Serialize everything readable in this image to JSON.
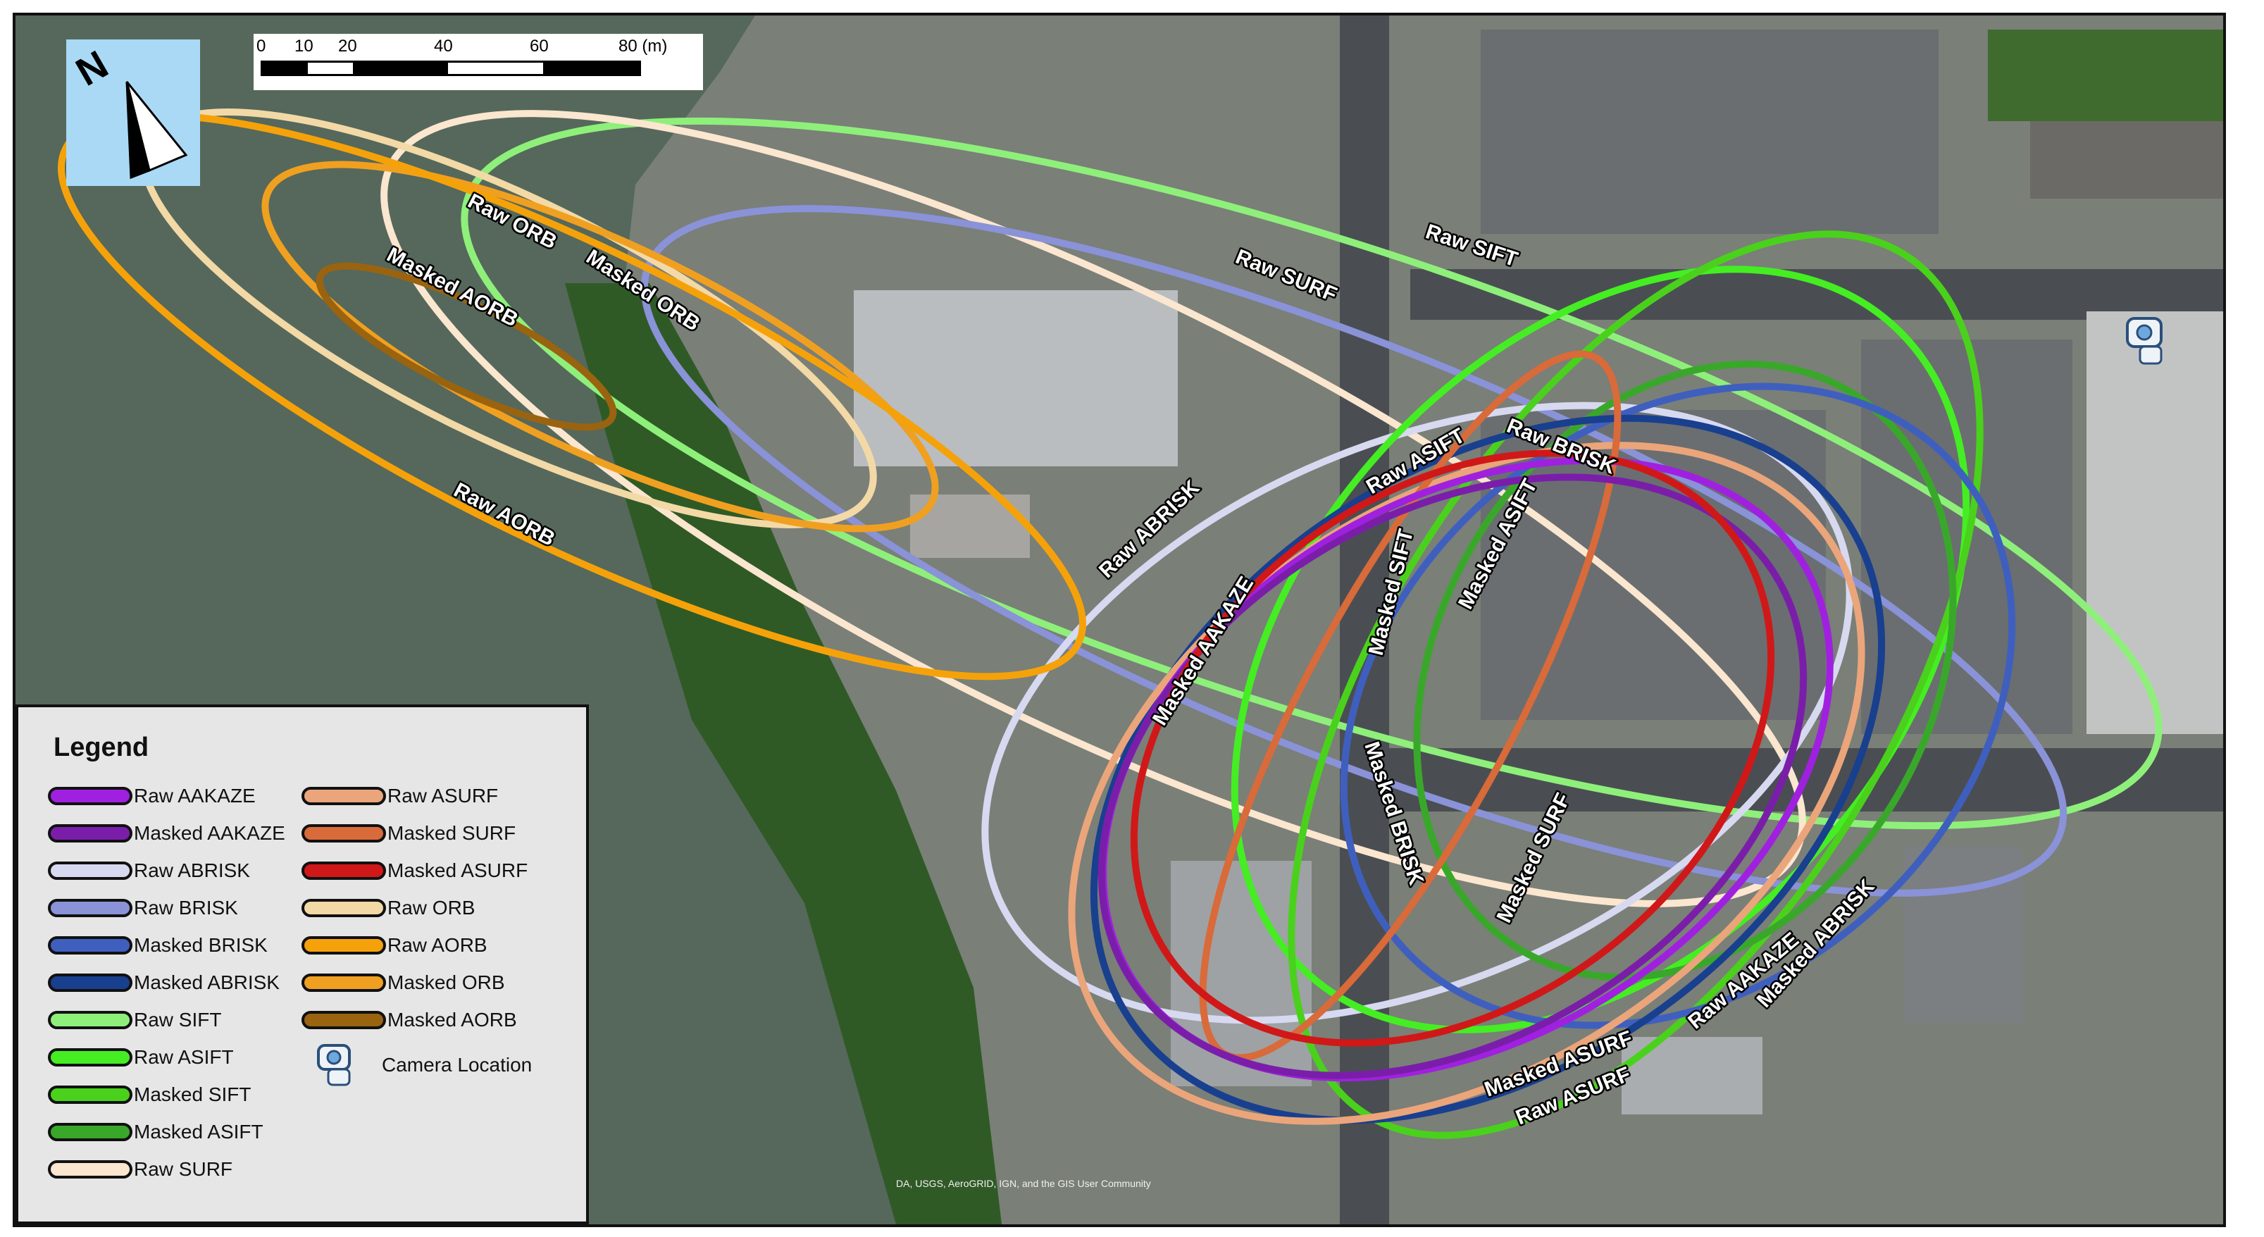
{
  "scale_bar": {
    "ticks": [
      "0",
      "10",
      "20",
      "40",
      "60",
      "80 (m)"
    ]
  },
  "north_arrow": {
    "letter": "N",
    "icon": "north-arrow-icon"
  },
  "ellipse_labels": [
    {
      "text": "Raw ORB",
      "color": "#f3d9a6"
    },
    {
      "text": "Masked ORB",
      "color": "#f0a020"
    },
    {
      "text": "Masked AORB",
      "color": "#9a6310"
    },
    {
      "text": "Raw AORB",
      "color": "#f5a20a"
    },
    {
      "text": "Raw SIFT",
      "color": "#8ef07a"
    },
    {
      "text": "Raw SURF",
      "color": "#fbe6cf"
    },
    {
      "text": "Raw ABRISK",
      "color": "#d7d9f0"
    },
    {
      "text": "Raw ASIFT",
      "color": "#44ee22"
    },
    {
      "text": "Raw BRISK",
      "color": "#8a92d8"
    },
    {
      "text": "Masked SIFT",
      "color": "#4ad11c"
    },
    {
      "text": "Masked ASIFT",
      "color": "#39a82a"
    },
    {
      "text": "Masked AAKAZE",
      "color": "#7a1eaa"
    },
    {
      "text": "Masked BRISK",
      "color": "#3f5fbf"
    },
    {
      "text": "Masked SURF",
      "color": "#d96a3a"
    },
    {
      "text": "Raw AAKAZE",
      "color": "#a020e0"
    },
    {
      "text": "Masked ABRISK",
      "color": "#193f8f"
    },
    {
      "text": "Masked ASURF",
      "color": "#d01818"
    },
    {
      "text": "Raw ASURF",
      "color": "#eba57a"
    }
  ],
  "legend": {
    "title": "Legend",
    "items": [
      {
        "label": "Raw AAKAZE",
        "color": "#a020e0"
      },
      {
        "label": "Masked AAKAZE",
        "color": "#7a1eaa"
      },
      {
        "label": "Raw ABRISK",
        "color": "#d7d9f0"
      },
      {
        "label": "Raw BRISK",
        "color": "#8a92d8"
      },
      {
        "label": "Masked BRISK",
        "color": "#3f5fbf"
      },
      {
        "label": "Masked ABRISK",
        "color": "#193f8f"
      },
      {
        "label": "Raw SIFT",
        "color": "#8ef07a"
      },
      {
        "label": "Raw ASIFT",
        "color": "#44ee22"
      },
      {
        "label": "Masked SIFT",
        "color": "#4ad11c"
      },
      {
        "label": "Masked ASIFT",
        "color": "#39a82a"
      },
      {
        "label": "Raw SURF",
        "color": "#fbe6cf"
      },
      {
        "label": "Raw ASURF",
        "color": "#eba57a"
      },
      {
        "label": "Masked SURF",
        "color": "#d96a3a"
      },
      {
        "label": "Masked ASURF",
        "color": "#d01818"
      },
      {
        "label": "Raw ORB",
        "color": "#f3d9a6"
      },
      {
        "label": "Raw AORB",
        "color": "#f5a20a"
      },
      {
        "label": "Masked ORB",
        "color": "#f0a020"
      },
      {
        "label": "Masked AORB",
        "color": "#9a6310"
      }
    ],
    "camera_label": "Camera Location",
    "camera_icon": "camera-icon"
  },
  "credits": "DA, USGS, AeroGRID, IGN, and the GIS User Community",
  "colors": {
    "water": "#55685b",
    "road": "#4a4e52",
    "parking": "#6a6e70",
    "roof": "#b9bdc0",
    "vegetation": "#2f5a26"
  }
}
